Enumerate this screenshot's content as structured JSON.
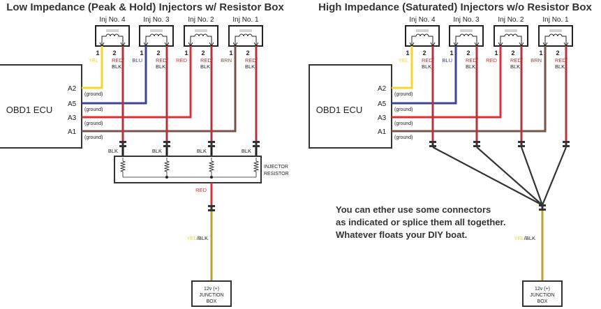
{
  "colors": {
    "yellow": "#f5d62e",
    "blue": "#3b4593",
    "red": "#d8313c",
    "brown": "#7a5348",
    "red_blk": "#b3343f",
    "black": "#333333",
    "yel_blk": "#b8a22a"
  },
  "diagrams": [
    {
      "title": "Low Impedance (Peak & Hold) Injectors w/ Resistor Box",
      "ecu_label": "OBD1 ECU",
      "injectors": [
        {
          "label": "Inj No. 4",
          "pin1": "1",
          "pin2": "2",
          "pin1_wire": "YEL",
          "pin2_wire_top": "RED/",
          "pin2_wire_bottom": "BLK",
          "ecu_pin": "A2",
          "color": "yellow"
        },
        {
          "label": "Inj No. 3",
          "pin1": "1",
          "pin2": "2",
          "pin1_wire": "BLU",
          "pin2_wire_top": "RED/",
          "pin2_wire_bottom": "BLK",
          "ecu_pin": "A5",
          "color": "blue"
        },
        {
          "label": "Inj No. 2",
          "pin1": "1",
          "pin2": "2",
          "pin1_wire": "RED",
          "pin2_wire_top": "RED/",
          "pin2_wire_bottom": "BLK",
          "ecu_pin": "A3",
          "color": "red"
        },
        {
          "label": "Inj No. 1",
          "pin1": "1",
          "pin2": "2",
          "pin1_wire": "BRN",
          "pin2_wire_top": "RED/",
          "pin2_wire_bottom": "BLK",
          "ecu_pin": "A1",
          "color": "brown"
        }
      ],
      "ground_label": "(ground)",
      "connector_wire_label": "BLK",
      "resistor_label_1": "INJECTOR",
      "resistor_label_2": "RESISTOR",
      "resistor_out_label": "RED",
      "supply_wire_yel": "YEL",
      "supply_wire_blk": "/BLK",
      "junction_1": "12v (+)",
      "junction_2": "JUNCTION",
      "junction_3": "BOX"
    },
    {
      "title": "High Impedance (Saturated) Injectors w/o Resistor Box",
      "ecu_label": "OBD1 ECU",
      "injectors": [
        {
          "label": "Inj No. 4",
          "pin1": "1",
          "pin2": "2",
          "pin1_wire": "YEL",
          "pin2_wire_top": "RED/",
          "pin2_wire_bottom": "BLK",
          "ecu_pin": "A2",
          "color": "yellow"
        },
        {
          "label": "Inj No. 3",
          "pin1": "1",
          "pin2": "2",
          "pin1_wire": "BLU",
          "pin2_wire_top": "RED/",
          "pin2_wire_bottom": "BLK",
          "ecu_pin": "A5",
          "color": "blue"
        },
        {
          "label": "Inj No. 2",
          "pin1": "1",
          "pin2": "2",
          "pin1_wire": "RED",
          "pin2_wire_top": "RED/",
          "pin2_wire_bottom": "BLK",
          "ecu_pin": "A3",
          "color": "red"
        },
        {
          "label": "Inj No. 1",
          "pin1": "1",
          "pin2": "2",
          "pin1_wire": "BRN",
          "pin2_wire_top": "RED/",
          "pin2_wire_bottom": "BLK",
          "ecu_pin": "A1",
          "color": "brown"
        }
      ],
      "ground_label": "(ground)",
      "note_lines": [
        "You can ether use some connectors",
        "as indicated or splice them all together.",
        "Whatever floats your DIY boat."
      ],
      "supply_wire_yel": "YEL",
      "supply_wire_blk": "/BLK",
      "junction_1": "12v (+)",
      "junction_2": "JUNCTION",
      "junction_3": "BOX"
    }
  ]
}
